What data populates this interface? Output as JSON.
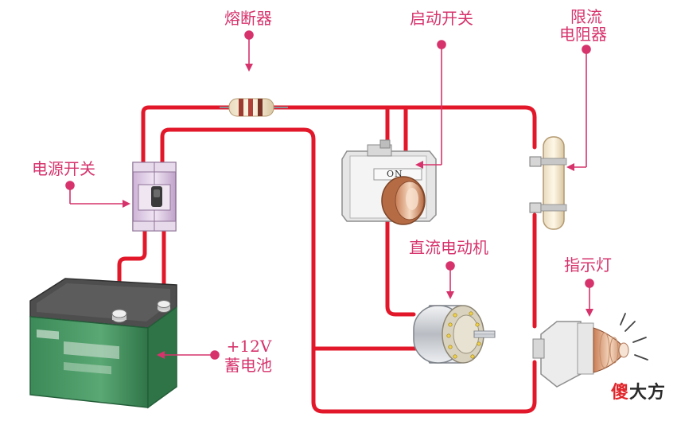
{
  "labels": {
    "fuse": "熔断器",
    "start_switch": "启动开关",
    "resistor_line1": "限流",
    "resistor_line2": "电阻器",
    "power_switch": "电源开关",
    "dc_motor": "直流电动机",
    "indicator": "指示灯",
    "battery_line1": "+12V",
    "battery_line2": "蓄电池",
    "on_marking": "ON"
  },
  "watermark": {
    "part1": "傻",
    "part2": "大方"
  },
  "colors": {
    "wire": "#e2182a",
    "label": "#d6336c",
    "battery_body": "#3e8f5a",
    "battery_top": "#4a4a4a",
    "metal": "#c9ccd1"
  },
  "icons": [
    "fuse-icon",
    "push-button-icon",
    "resistor-icon",
    "breaker-icon",
    "battery-icon",
    "motor-icon",
    "lamp-icon"
  ]
}
